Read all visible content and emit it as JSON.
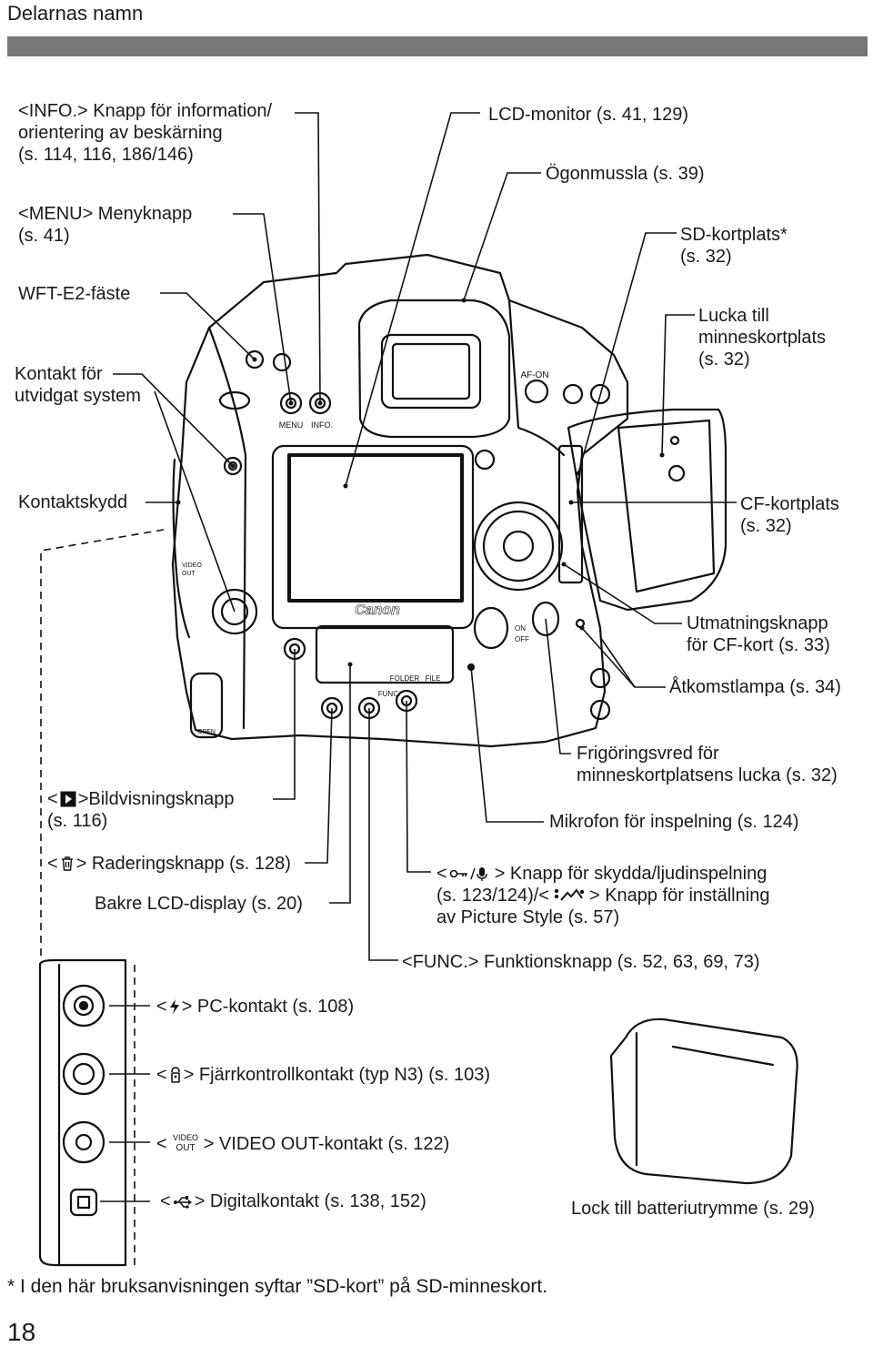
{
  "section_title": "Delarnas namn",
  "labels": {
    "info_button": {
      "pre": "<",
      "txt": "INFO.> Knapp för information/\norientering av beskärning\n(s. 114, 116, 186/146)"
    },
    "menu_button": {
      "pre": "<",
      "txt": "MENU> Menyknapp\n(s. 41)"
    },
    "wft_mount": {
      "txt": "WFT-E2-fäste"
    },
    "extended_contact": {
      "txt": "Kontakt för\nutvidgat system"
    },
    "terminal_cover": {
      "txt": "Kontaktskydd"
    },
    "lcd_monitor": {
      "txt": "LCD-monitor (s. 41, 129)"
    },
    "eyecup": {
      "txt": "Ögonmussla (s. 39)"
    },
    "sd_slot": {
      "txt": "SD-kortplats*\n(s. 32)"
    },
    "card_slot_cover": {
      "txt": "Lucka till\nminneskortplats\n(s. 32)"
    },
    "cf_slot": {
      "txt": "CF-kortplats\n(s. 32)"
    },
    "cf_eject": {
      "txt": "Utmatningsknapp\nför CF-kort (s. 33)"
    },
    "access_lamp": {
      "txt": "Åtkomstlampa (s. 34)"
    },
    "playback_button": {
      "pre": "<",
      "txt": ">Bildvisningsknapp\n(s. 116)"
    },
    "erase_button": {
      "pre": "<",
      "txt": "> Raderingsknapp (s. 128)"
    },
    "rear_lcd": {
      "txt": "Bakre LCD-display (s. 20)"
    },
    "release_dial": {
      "txt": "Frigöringsvred för\nminneskortplatsens lucka (s. 32)"
    },
    "microphone": {
      "txt": "Mikrofon för inspelning (s. 124)"
    },
    "protect_button": {
      "pre": "<",
      "txt": "> Knapp för skydda/ljudinspelning\n(s. 123/124)/<",
      "txt2": "> Knapp för inställning\nav Picture Style (s. 57)"
    },
    "func_button": {
      "pre": "<",
      "txt": "FUNC.> Funktionsknapp (s. 52, 63, 69, 73)"
    },
    "pc_terminal": {
      "pre": "<",
      "txt": "> PC-kontakt (s. 108)"
    },
    "remote_terminal": {
      "pre": "<",
      "txt": "> Fjärrkontrollkontakt (typ N3) (s. 103)"
    },
    "video_out": {
      "pre": "<",
      "txt": "> VIDEO OUT-kontakt (s. 122)"
    },
    "digital_terminal": {
      "pre": "<",
      "txt": "> Digitalkontakt (s. 138, 152)"
    },
    "battery_cover": {
      "txt": "Lock till batteriutrymme (s. 29)"
    }
  },
  "camera_markings": {
    "brand": "Canon",
    "menu": "MENU",
    "info": "INFO.",
    "af_on": "AF-ON",
    "folder": "FOLDER",
    "file": "FILE",
    "func": "FUNC.",
    "on": "ON",
    "off": "OFF",
    "open": "OPEN",
    "video": "VIDEO",
    "out": "OUT"
  },
  "footnote": "* I den här bruksanvisningen syftar ”SD-kort” på SD-minneskort.",
  "page_number": "18"
}
